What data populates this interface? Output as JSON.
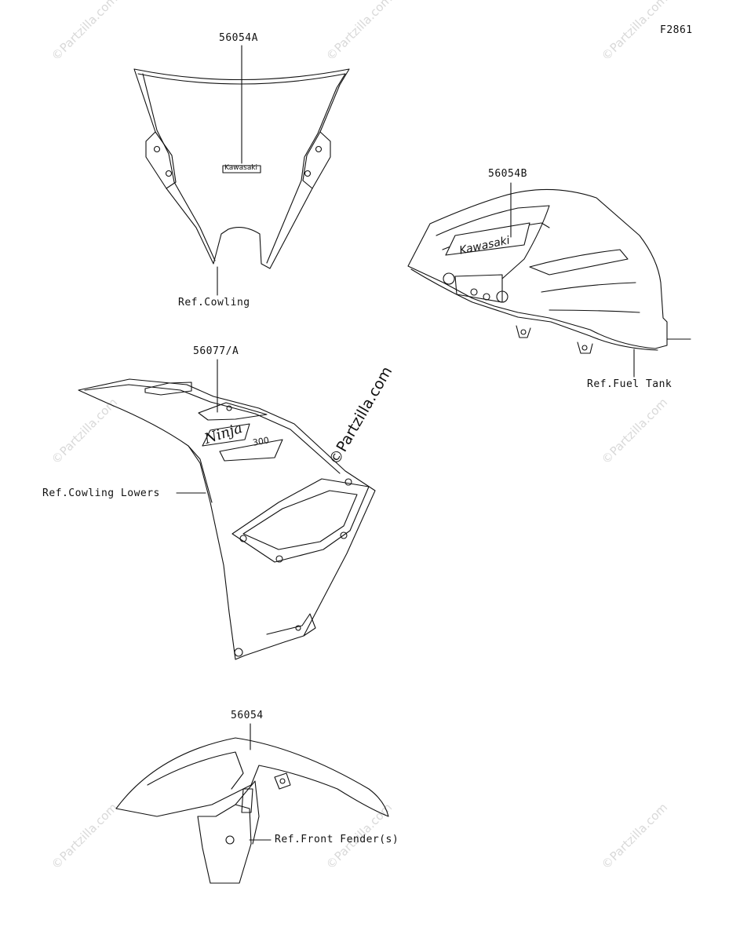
{
  "figure_id": "F2861",
  "watermark": "©Partzilla.com",
  "labels": {
    "part_56054A": "56054A",
    "ref_cowling": "Ref.Cowling",
    "part_56054B": "56054B",
    "ref_fuel_tank": "Ref.Fuel Tank",
    "part_56077A": "56077/A",
    "ref_cowling_lowers": "Ref.Cowling Lowers",
    "part_56054": "56054",
    "ref_front_fender": "Ref.Front Fender(s)"
  },
  "decals": {
    "windscreen": "Kawasaki",
    "tank": "Kawasaki",
    "cowling_logo": "Ninja",
    "cowling_size": "300"
  }
}
